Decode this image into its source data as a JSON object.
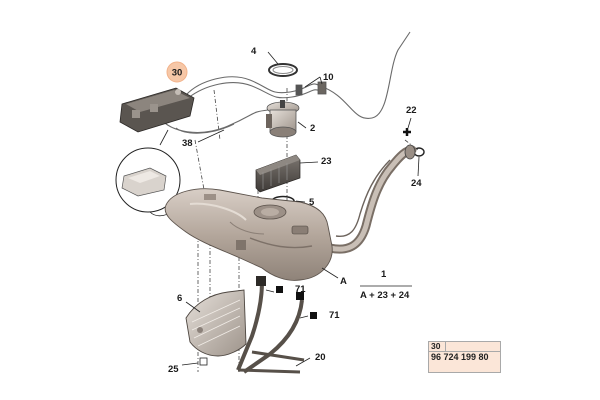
{
  "labels": {
    "c30": "30",
    "n4": "4",
    "n10": "10",
    "n22": "22",
    "n2": "2",
    "n38": "38",
    "n23": "23",
    "n24": "24",
    "n5": "5",
    "nA": "A",
    "n1": "1",
    "formula": "A + 23 + 24",
    "n71a": "71",
    "n71b": "71",
    "n6": "6",
    "n20": "20",
    "n25": "25"
  },
  "reference": {
    "number": "30",
    "code": "96 724 199 80"
  },
  "colors": {
    "highlight": "#f6c7a7",
    "reference_bg": "#fbe6d8",
    "tank": "#b4a79c"
  }
}
